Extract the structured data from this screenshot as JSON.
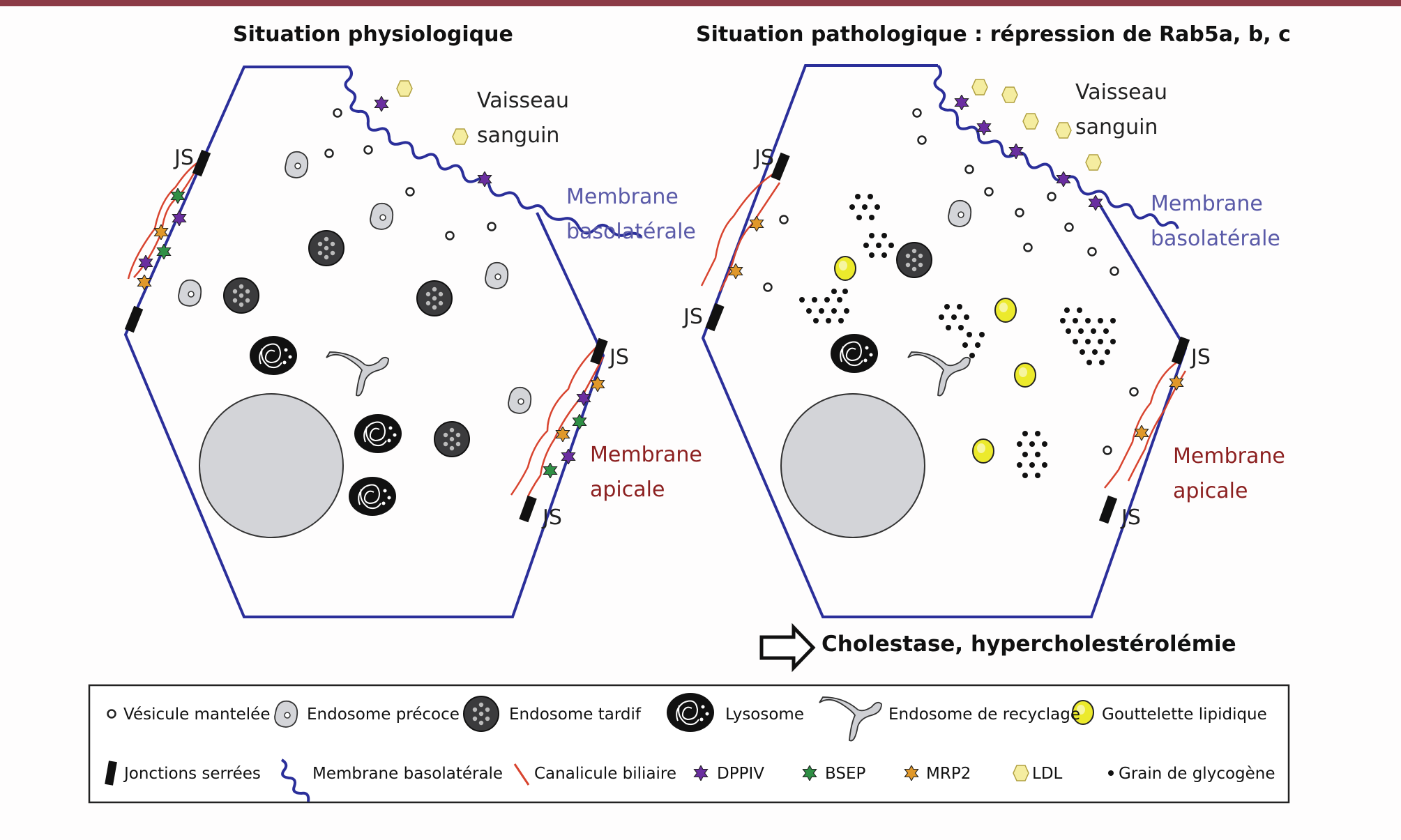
{
  "titles": {
    "left": "Situation physiologique",
    "right": "Situation pathologique : répression de Rab5a, b, c"
  },
  "labels": {
    "vaisseau_1": "Vaisseau",
    "vaisseau_2": "sanguin",
    "membrane": "Membrane",
    "basolaterale": "basolatérale",
    "apicale": "apicale",
    "js": "JS"
  },
  "colors": {
    "membrane_basolaterale": "#2b2f9a",
    "canalicule": "#d8442f",
    "basolateral_text": "#5a5aa8",
    "apical_text": "#8c2020",
    "dppiv": "#6a2ea0",
    "bsep": "#2f8f45",
    "mrp2": "#e0982a",
    "ldl": "#f5eda0",
    "lipid": "#e8e020"
  },
  "result": "Cholestase, hypercholestérolémie",
  "legend": {
    "row1": [
      {
        "icon": "coated-vesicle-icon",
        "label": "Vésicule mantelée"
      },
      {
        "icon": "early-endosome-icon",
        "label": "Endosome précoce"
      },
      {
        "icon": "late-endosome-icon",
        "label": "Endosome tardif"
      },
      {
        "icon": "lysosome-icon",
        "label": "Lysosome"
      },
      {
        "icon": "recycling-endosome-icon",
        "label": "Endosome de recyclage"
      },
      {
        "icon": "lipid-droplet-icon",
        "label": "Gouttelette lipidique"
      }
    ],
    "row2": [
      {
        "icon": "tight-junction-icon",
        "label": "Jonctions serrées"
      },
      {
        "icon": "basolateral-membrane-icon",
        "label": "Membrane basolatérale"
      },
      {
        "icon": "bile-canaliculus-icon",
        "label": "Canalicule biliaire"
      },
      {
        "icon": "dppiv-icon",
        "label": "DPPIV"
      },
      {
        "icon": "bsep-icon",
        "label": "BSEP"
      },
      {
        "icon": "mrp2-icon",
        "label": "MRP2"
      },
      {
        "icon": "ldl-icon",
        "label": "LDL"
      },
      {
        "icon": "glycogen-grain-icon",
        "label": "Grain de glycogène"
      }
    ]
  }
}
